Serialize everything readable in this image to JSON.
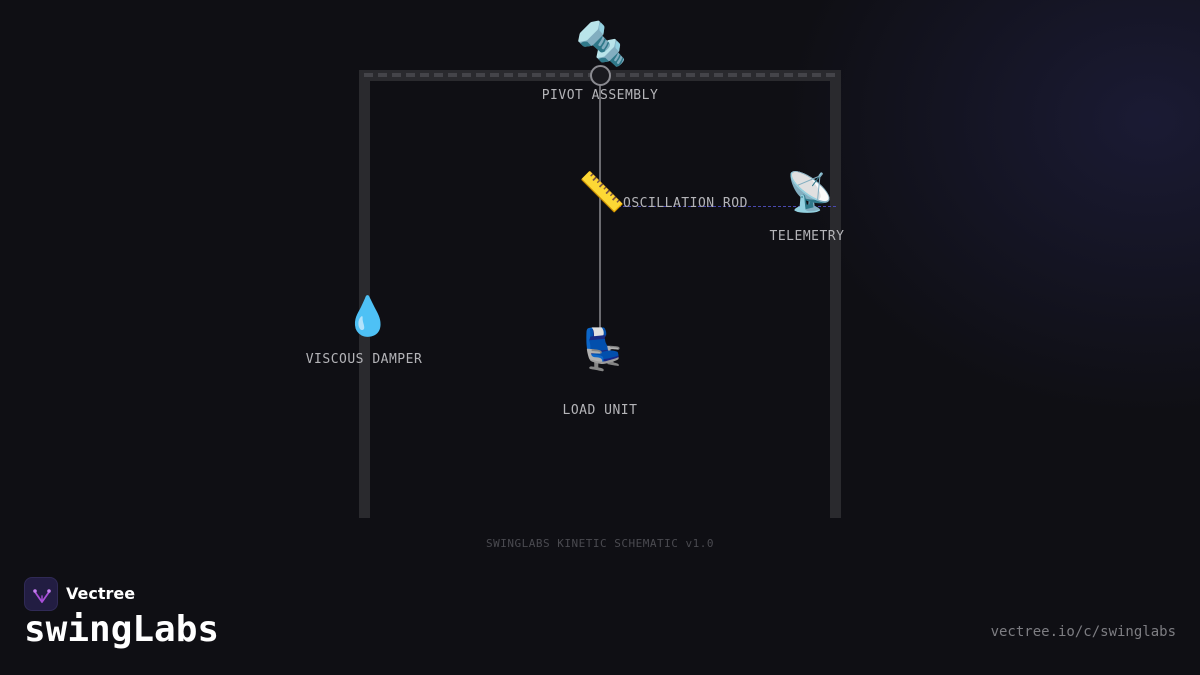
{
  "diagram": {
    "nodes": {
      "pivot": {
        "label": "PIVOT ASSEMBLY",
        "icon": "nut-and-bolt-icon",
        "glyph": "🔩"
      },
      "rod": {
        "label": "OSCILLATION ROD",
        "icon": "ruler-icon",
        "glyph": "📏"
      },
      "telemetry": {
        "label": "TELEMETRY",
        "icon": "satellite-dish-icon",
        "glyph": "📡"
      },
      "damper": {
        "label": "VISCOUS DAMPER",
        "icon": "droplet-icon",
        "glyph": "💧"
      },
      "load": {
        "label": "LOAD UNIT",
        "icon": "seat-icon",
        "glyph": "💺"
      }
    },
    "caption": "SWINGLABS KINETIC SCHEMATIC v1.0",
    "colors": {
      "frame": "#2a2a2e",
      "rod": "#6b6b70",
      "telemetry_link": "#4a4ab0",
      "background": "#0f0f14"
    }
  },
  "branding": {
    "org_name": "Vectree",
    "project_title": "swingLabs",
    "url": "vectree.io/c/swinglabs",
    "logo_icon": "vectree-logo-icon",
    "accent": "#a84fd8"
  }
}
